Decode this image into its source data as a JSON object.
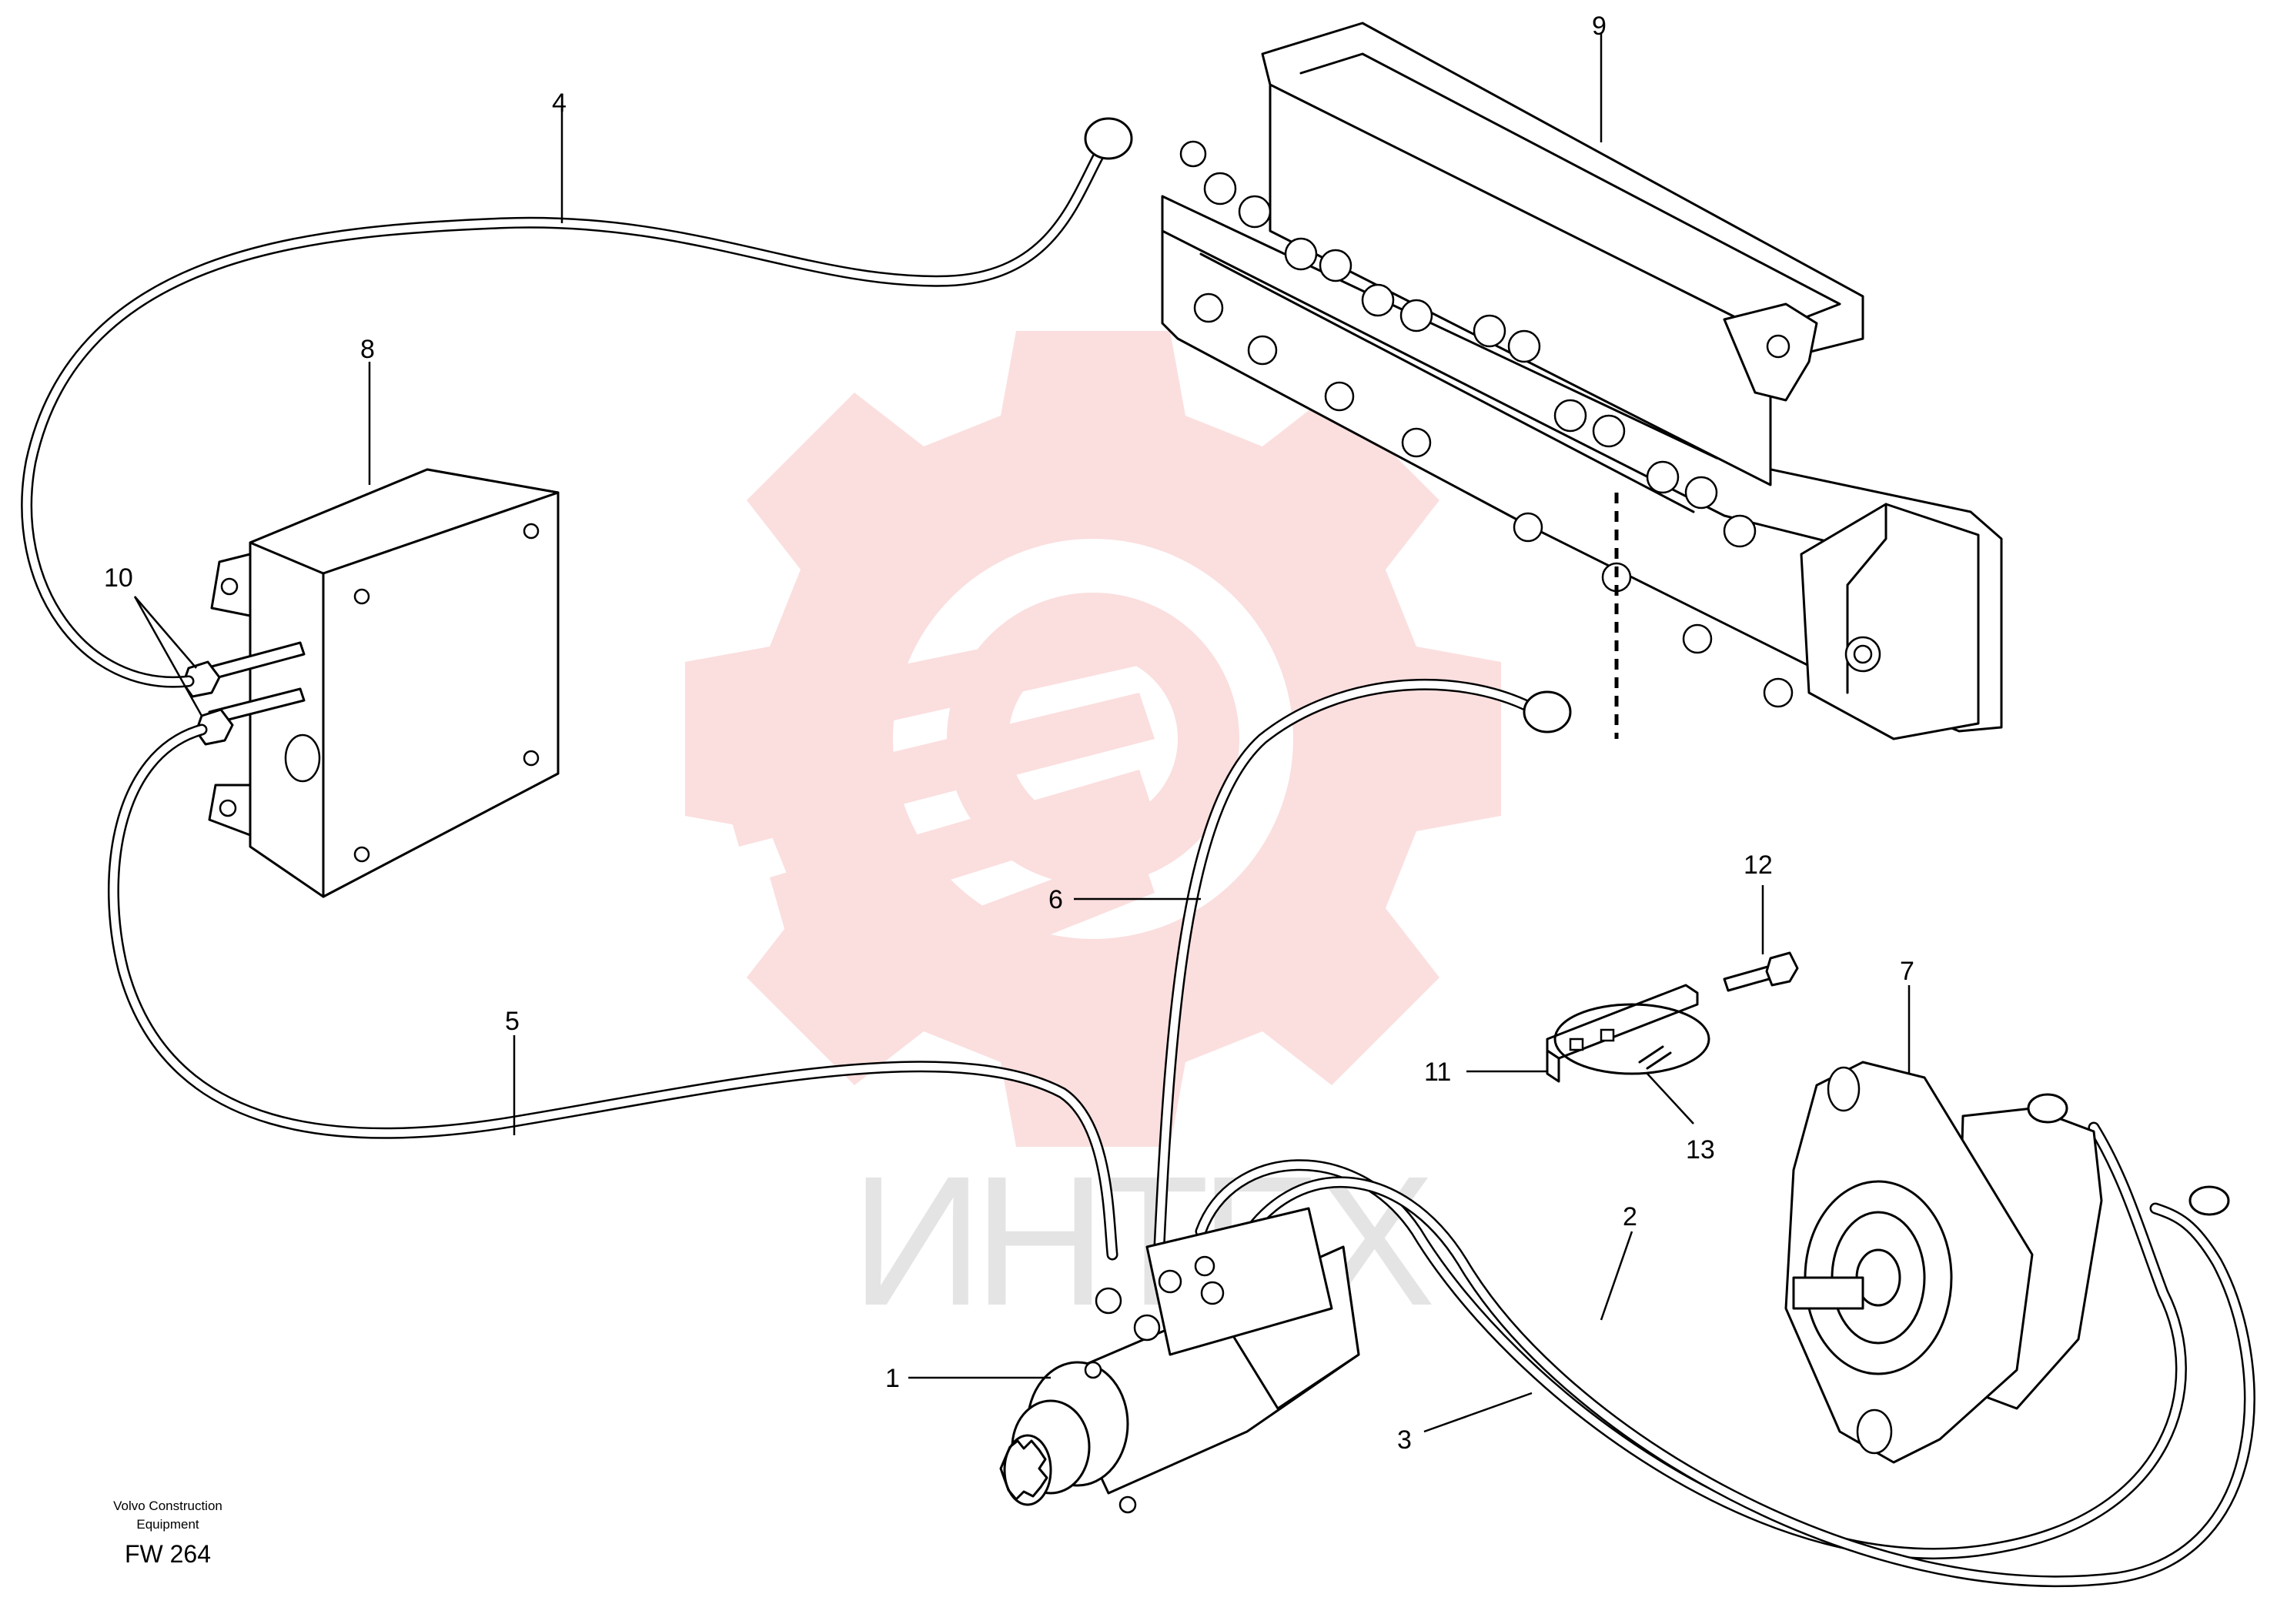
{
  "figure": {
    "callouts": [
      {
        "id": "1",
        "text": "1"
      },
      {
        "id": "2",
        "text": "2"
      },
      {
        "id": "3",
        "text": "3"
      },
      {
        "id": "4",
        "text": "4"
      },
      {
        "id": "5",
        "text": "5"
      },
      {
        "id": "6",
        "text": "6"
      },
      {
        "id": "7",
        "text": "7"
      },
      {
        "id": "8",
        "text": "8"
      },
      {
        "id": "9",
        "text": "9"
      },
      {
        "id": "10",
        "text": "10"
      },
      {
        "id": "11",
        "text": "11"
      },
      {
        "id": "12",
        "text": "12"
      },
      {
        "id": "13",
        "text": "13"
      }
    ]
  },
  "watermark": {
    "text": "ИНТЕХ",
    "color": "#f5b5b5",
    "icon": "gear-logo-icon"
  },
  "footer": {
    "line1": "Volvo Construction",
    "line2": "Equipment",
    "code": "FW 264"
  }
}
